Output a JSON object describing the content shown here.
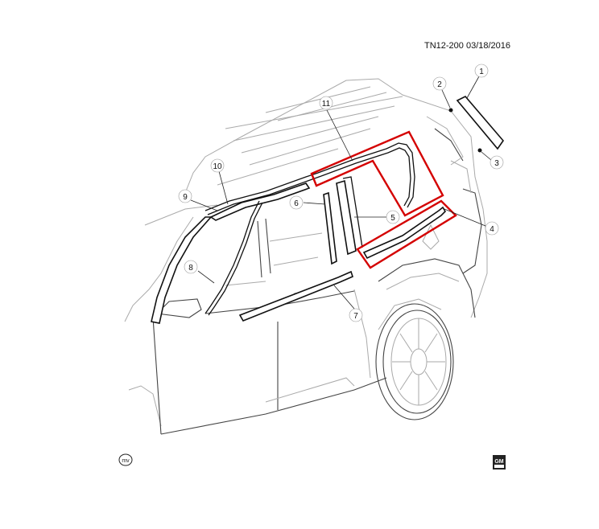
{
  "header": {
    "doc_code": "TN12-200  03/18/2016"
  },
  "callouts": [
    {
      "id": "1",
      "label": "1"
    },
    {
      "id": "2",
      "label": "2"
    },
    {
      "id": "3",
      "label": "3"
    },
    {
      "id": "4",
      "label": "4"
    },
    {
      "id": "5",
      "label": "5"
    },
    {
      "id": "6",
      "label": "6"
    },
    {
      "id": "7",
      "label": "7"
    },
    {
      "id": "8",
      "label": "8"
    },
    {
      "id": "9",
      "label": "9"
    },
    {
      "id": "10",
      "label": "10"
    },
    {
      "id": "11",
      "label": "11"
    }
  ],
  "footer": {
    "left_symbol": "mv",
    "right_logo": "GM"
  },
  "colors": {
    "highlight": "#d40000",
    "line": "#111111",
    "body_outline": "#aaaaaa"
  }
}
